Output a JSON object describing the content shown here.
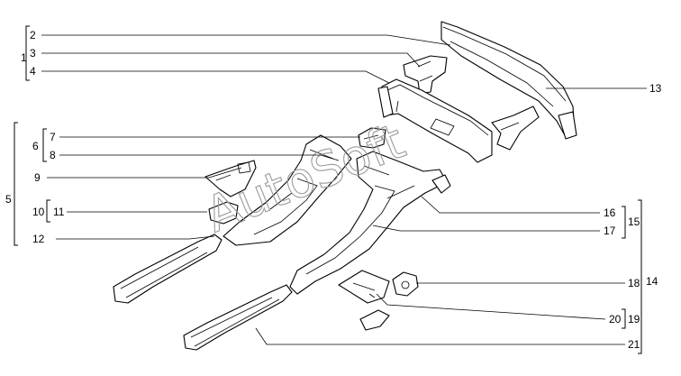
{
  "watermark": "AutoSoft",
  "callouts": [
    {
      "id": "c1",
      "label": "1"
    },
    {
      "id": "c2",
      "label": "2"
    },
    {
      "id": "c3",
      "label": "3"
    },
    {
      "id": "c4",
      "label": "4"
    },
    {
      "id": "c5",
      "label": "5"
    },
    {
      "id": "c6",
      "label": "6"
    },
    {
      "id": "c7",
      "label": "7"
    },
    {
      "id": "c8",
      "label": "8"
    },
    {
      "id": "c9",
      "label": "9"
    },
    {
      "id": "c10",
      "label": "10"
    },
    {
      "id": "c11",
      "label": "11"
    },
    {
      "id": "c12",
      "label": "12"
    },
    {
      "id": "c13",
      "label": "13"
    },
    {
      "id": "c14",
      "label": "14"
    },
    {
      "id": "c15",
      "label": "15"
    },
    {
      "id": "c16",
      "label": "16"
    },
    {
      "id": "c17",
      "label": "17"
    },
    {
      "id": "c18",
      "label": "18"
    },
    {
      "id": "c19",
      "label": "19"
    },
    {
      "id": "c20",
      "label": "20"
    },
    {
      "id": "c21",
      "label": "21"
    }
  ]
}
